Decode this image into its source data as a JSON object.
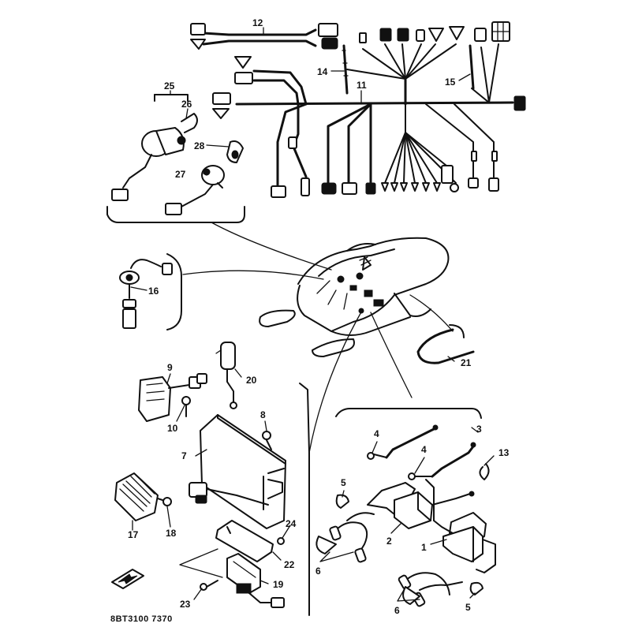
{
  "diagram": {
    "callouts": {
      "c1": "1",
      "c2": "2",
      "c3": "3",
      "c4a": "4",
      "c4b": "4",
      "c5a": "5",
      "c5b": "5",
      "c6a": "6",
      "c6b": "6",
      "c7": "7",
      "c8": "8",
      "c9": "9",
      "c10": "10",
      "c11": "11",
      "c12": "12",
      "c13": "13",
      "c14": "14",
      "c15": "15",
      "c16": "16",
      "c17": "17",
      "c18": "18",
      "c19": "19",
      "c20": "20",
      "c21": "21",
      "c22": "22",
      "c23": "23",
      "c24": "24",
      "c25": "25",
      "c26": "26",
      "c27": "27",
      "c28": "28"
    },
    "catalog_code": "8BT3100 7370"
  }
}
